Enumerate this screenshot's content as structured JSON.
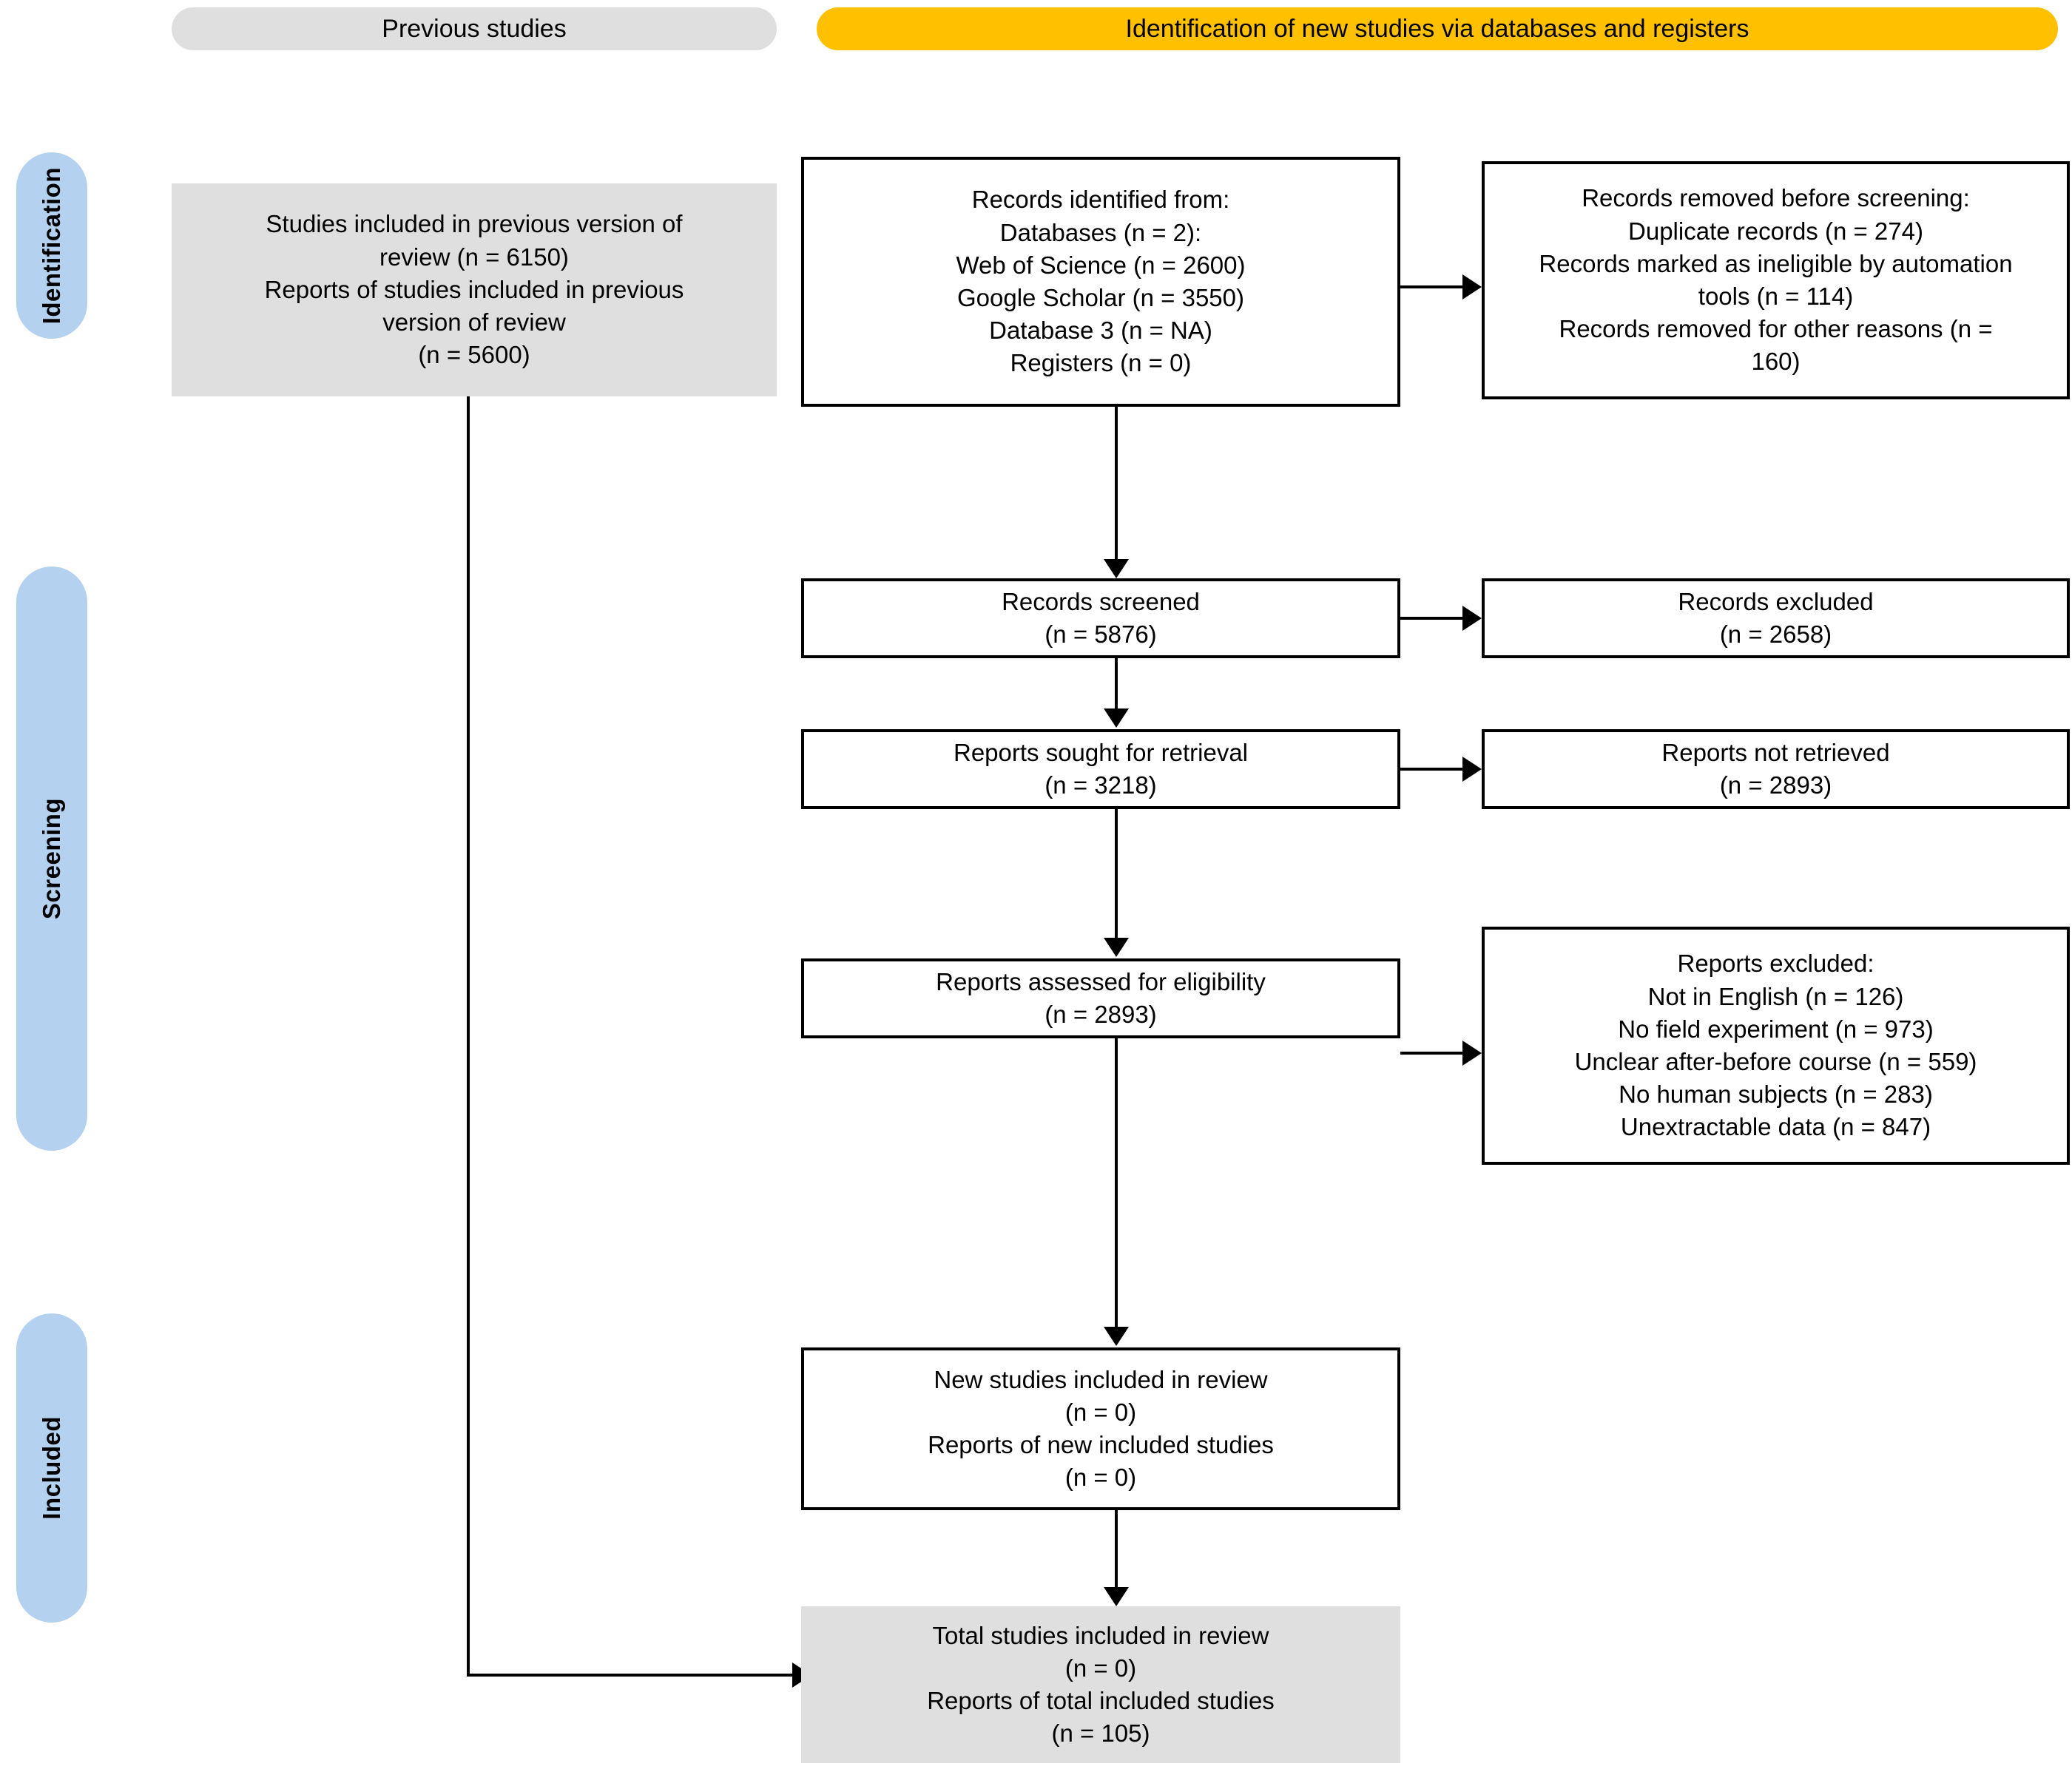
{
  "headers": {
    "previous": "Previous studies",
    "new": "Identification of new studies via databases and registers"
  },
  "stages": [
    {
      "label": "Identification"
    },
    {
      "label": "Screening"
    },
    {
      "label": "Included"
    }
  ],
  "colors": {
    "header_gray": "#DFDFDF",
    "header_amber": "#FFC000",
    "stage_blue": "#B4D1EF",
    "box_border": "#000000",
    "box_shaded": "#DFDFDF"
  },
  "boxes": {
    "previous_included": {
      "lines": [
        "Studies included in previous version of",
        "review (n = 6150)",
        "Reports of studies included in previous",
        "version of review",
        "(n = 5600)"
      ]
    },
    "records_identified": {
      "lines": [
        "Records identified from:",
        "Databases (n = 2):",
        "Web of Science (n = 2600)",
        "Google Scholar (n = 3550)",
        "Database 3 (n = NA)",
        "Registers (n = 0)"
      ]
    },
    "records_removed": {
      "lines": [
        "Records removed before screening:",
        "Duplicate records (n = 274)",
        "Records marked as ineligible by automation",
        "tools (n = 114)",
        "Records removed for other reasons (n =",
        "160)"
      ]
    },
    "records_screened": {
      "lines": [
        "Records screened",
        "(n = 5876)"
      ]
    },
    "records_excluded": {
      "lines": [
        "Records excluded",
        "(n = 2658)"
      ]
    },
    "reports_sought": {
      "lines": [
        "Reports sought for retrieval",
        "(n = 3218)"
      ]
    },
    "reports_not_retrieved": {
      "lines": [
        "Reports not retrieved",
        "(n = 2893)"
      ]
    },
    "reports_assessed": {
      "lines": [
        "Reports assessed for eligibility",
        "(n = 2893)"
      ]
    },
    "reports_excluded": {
      "lines": [
        "Reports excluded:",
        "Not in English (n = 126)",
        "No field experiment (n = 973)",
        "Unclear after-before course (n = 559)",
        "No human subjects (n = 283)",
        "Unextractable data (n = 847)"
      ]
    },
    "new_included": {
      "lines": [
        "New studies included in review",
        "(n = 0)",
        "Reports of new included studies",
        "(n = 0)"
      ]
    },
    "total_included": {
      "lines": [
        "Total studies included in review",
        "(n = 0)",
        "Reports of total included studies",
        "(n = 105)"
      ]
    }
  }
}
